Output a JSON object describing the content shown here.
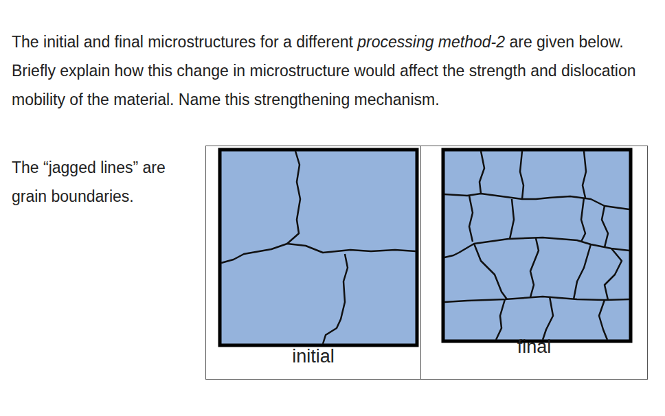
{
  "diagram": {
    "nodes": [
      {
        "text": [
          "initial"
        ]
      },
      {
        "text": [
          "final"
        ]
      }
    ],
    "labels": [
      "The initial and final microstructures for a different",
      "processing method-2",
      "are given below. Briefly explain how this change in microstructure would affect the strength and dislocation mobility of the material. Name this strengthening mechanism.",
      "The “jagged lines” are grain boundaries."
    ]
  }
}
